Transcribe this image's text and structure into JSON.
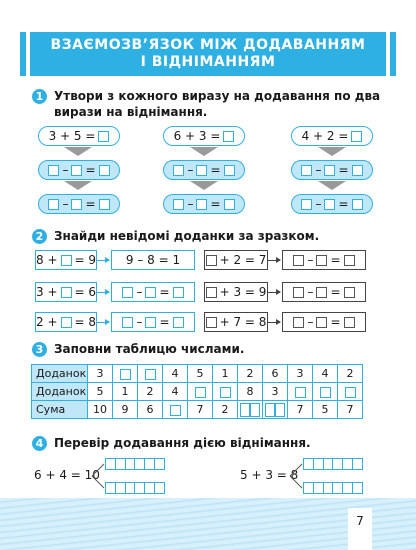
{
  "title": {
    "line1": "ВЗАЄМОЗВ’ЯЗОК МІЖ ДОДАВАННЯМ",
    "line2": "І ВІДНІМАННЯМ"
  },
  "task1": {
    "num": "1",
    "text": "Утвори з кожного виразу на додавання по два вирази на віднімання.",
    "items": [
      {
        "left": "3 + 5 ="
      },
      {
        "left": "6 + 3 ="
      },
      {
        "left": "4 + 2 ="
      }
    ],
    "minus": "–",
    "eq": "="
  },
  "task2": {
    "num": "2",
    "text": "Знайди невідомі доданки за зразком.",
    "sample": {
      "a": "8 +",
      "b": "= 9",
      "c": "9 – 8 = 1"
    },
    "rows": [
      {
        "a": "3 +",
        "b": "= 6"
      },
      {
        "a": "2 +",
        "b": "= 8"
      }
    ],
    "right_rows": [
      {
        "b": "+ 2 = 7"
      },
      {
        "b": "+ 3 = 9"
      },
      {
        "b": "+ 7 = 8"
      }
    ]
  },
  "task3": {
    "num": "3",
    "text": "Заповни таблицю числами.",
    "rows": [
      {
        "label": "Доданок",
        "cells": [
          "3",
          "",
          "",
          "4",
          "5",
          "1",
          "2",
          "6",
          "3",
          "4",
          "2"
        ]
      },
      {
        "label": "Доданок",
        "cells": [
          "5",
          "1",
          "2",
          "4",
          "",
          "",
          "8",
          "3",
          "",
          "",
          ""
        ]
      },
      {
        "label": "Сума",
        "cells": [
          "10",
          "9",
          "6",
          "",
          "7",
          "2",
          "",
          "",
          "7",
          "5",
          "7"
        ]
      }
    ]
  },
  "task4": {
    "num": "4",
    "text": "Перевір додавання дією віднімання.",
    "left_expr": "6 + 4 = 10",
    "right_expr": "5 + 3 = 8"
  },
  "page_number": "7"
}
